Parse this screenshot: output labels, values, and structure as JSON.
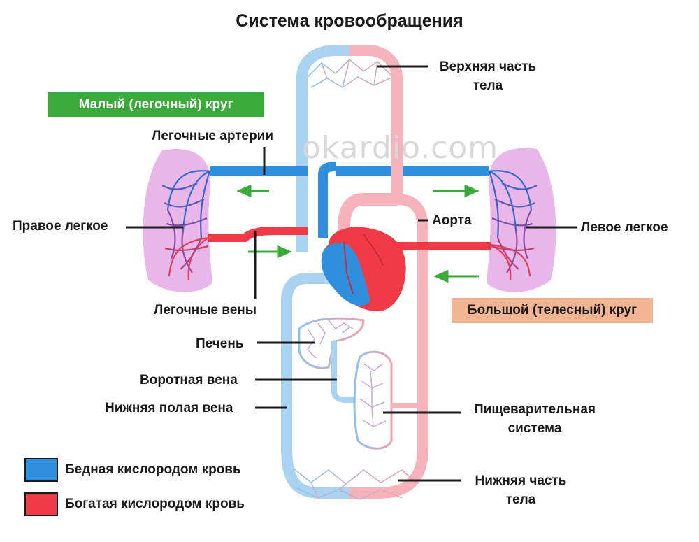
{
  "title": "Система кровообращения",
  "watermark": "okardio.com",
  "banners": {
    "pulmonary": "Малый (легочный) круг",
    "systemic": "Большой (телесный) круг"
  },
  "labels": {
    "upper_body_1": "Верхняя часть",
    "upper_body_2": "тела",
    "pulmonary_arteries": "Легочные артерии",
    "right_lung": "Правое легкое",
    "left_lung": "Левое легкое",
    "aorta": "Аорта",
    "pulmonary_veins": "Легочные вены",
    "liver": "Печень",
    "portal_vein": "Воротная вена",
    "inferior_vena_cava": "Нижняя полая вена",
    "digestive_1": "Пищеварительная",
    "digestive_2": "система",
    "lower_body_1": "Нижняя часть",
    "lower_body_2": "тела"
  },
  "legend": [
    {
      "label": "Бедная кислородом кровь",
      "color": "#2f8fdc"
    },
    {
      "label": "Богатая кислородом кровь",
      "color": "#f03a48"
    }
  ],
  "colors": {
    "oxygen_poor": "#2f8fdc",
    "oxygen_rich": "#f03a48",
    "light_blue": "#a9d3f0",
    "light_red": "#f6b3bb",
    "lung_fill": "#e9b6ea",
    "arrow_green": "#3aaa3a",
    "banner_green": "#3aaa3a",
    "banner_orange": "#f2b593"
  }
}
